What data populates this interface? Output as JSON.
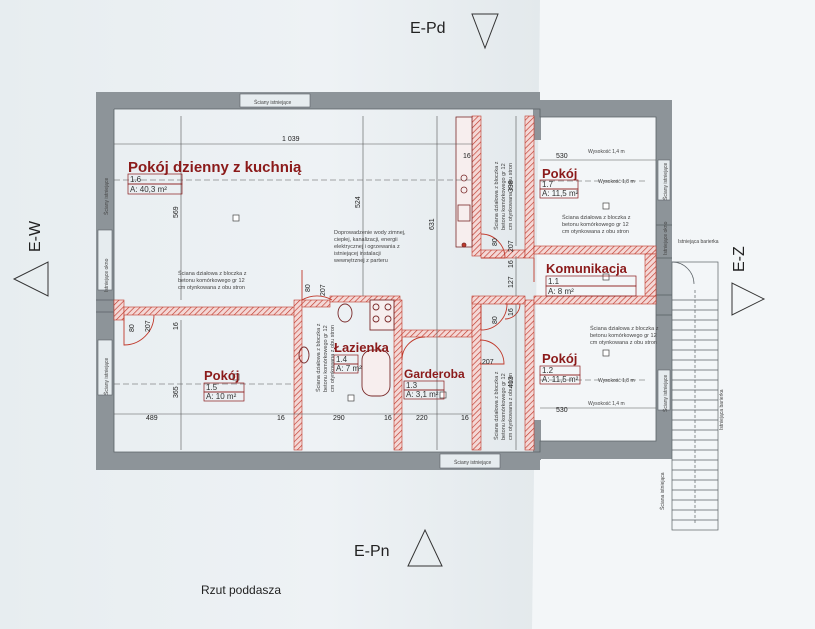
{
  "elevations": {
    "north": "E-Pd",
    "south": "E-Pn",
    "west": "E-W",
    "east": "E-Z"
  },
  "caption": "Rzut poddasza",
  "rooms": [
    {
      "key": "living",
      "name": "Pokój dzienny z kuchnią",
      "num": "1.6",
      "area": "A: 40,3 m²"
    },
    {
      "key": "room17",
      "name": "Pokój",
      "num": "1.7",
      "area": "A: 11,5 m²"
    },
    {
      "key": "hall",
      "name": "Komunikacja",
      "num": "1.1",
      "area": "A: 8 m²"
    },
    {
      "key": "room12",
      "name": "Pokój",
      "num": "1.2",
      "area": "A: 11,5 m²"
    },
    {
      "key": "room15",
      "name": "Pokój",
      "num": "1.5",
      "area": "A: 10 m²"
    },
    {
      "key": "bath",
      "name": "Łazienka",
      "num": "1.4",
      "area": "A: 7 m²"
    },
    {
      "key": "ward",
      "name": "Garderoba",
      "num": "1.3",
      "area": "A: 3,1 m²"
    }
  ],
  "notes": {
    "wall_block": [
      "Ściana działowa z bloczka z",
      "betonu komórkowego gr 12",
      "cm otynkowana z obu stron"
    ],
    "water": [
      "Doprowadzenie wody zimnej,",
      "ciepłej, kanalizacji, energii",
      "elektrycznej i ogrzewania z",
      "istniejącej instalacji",
      "wewnętrznej z parteru"
    ],
    "existing_walls": "Ściany istniejące",
    "existing_wall": "Ściana istniejąca",
    "existing_window": "Istniejące okno",
    "existing_railing": "Istniejąca barierka",
    "stair_railing": "Istniejąca barierka",
    "height_14": "Wysokość 1,4 m",
    "height_18": "Wysokość 1,8 m"
  },
  "dims": {
    "top_total": "1 039",
    "d530": "530",
    "d16": "16",
    "d569": "569",
    "d524": "524",
    "d631": "631",
    "d398": "398",
    "d127": "127",
    "d413": "413",
    "d365": "365",
    "d489": "489",
    "d290": "290",
    "d220": "220",
    "d80": "80",
    "d207": "207"
  },
  "colors": {
    "wall": "#8d9499",
    "partition": "#c0392b",
    "label": "#8b1a1a",
    "paper": "#f2f5f7",
    "backdrop": "#dfe6ea"
  }
}
